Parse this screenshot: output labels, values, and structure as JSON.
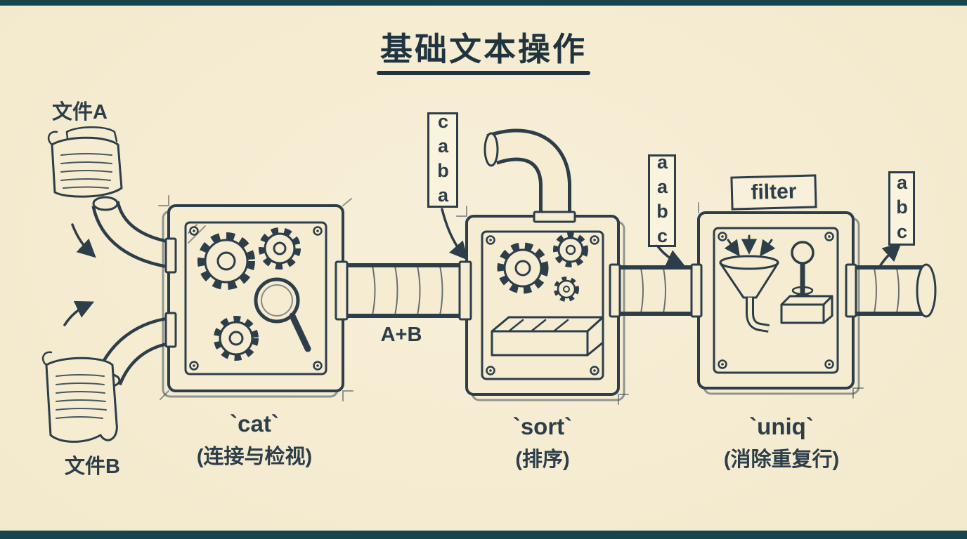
{
  "page": {
    "title": "基础文本操作"
  },
  "colors": {
    "ink": "#2c3e4a",
    "paper": "#f5ecd2",
    "frame": "#17454e"
  },
  "inputs": {
    "file_a": "文件A",
    "file_b": "文件B"
  },
  "pipeline": {
    "merge_label": "A+B",
    "stage1_output": "caba",
    "stage2_output": "aabc",
    "final_output": "abc"
  },
  "machines": [
    {
      "id": "cat",
      "command": "`cat`",
      "description": "(连接与检视)"
    },
    {
      "id": "sort",
      "command": "`sort`",
      "description": "(排序)"
    },
    {
      "id": "uniq",
      "command": "`uniq`",
      "description": "(消除重复行)",
      "sign": "filter"
    }
  ],
  "icons": [
    "scroll-icon",
    "pipe-icon",
    "gear-icon",
    "magnifier-icon",
    "sort-tray-icon",
    "funnel-icon",
    "lever-icon",
    "arrow-icon",
    "bolt-icon"
  ]
}
